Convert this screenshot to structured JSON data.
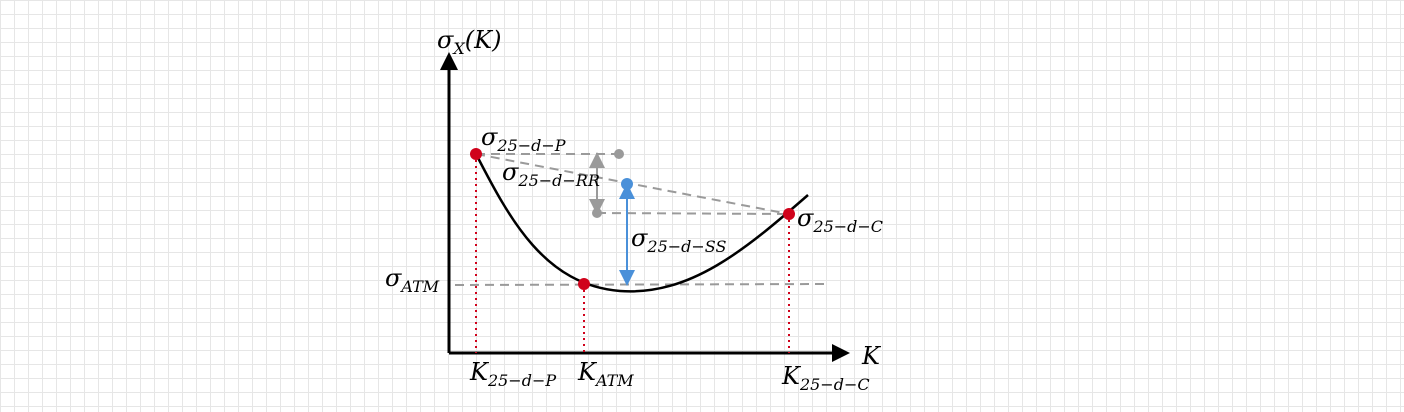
{
  "colors": {
    "axis": "#000000",
    "curve": "#000000",
    "key_point": "#d0021b",
    "guide_red": "#d0021b",
    "guide_gray": "#9a9a9a",
    "gray_point": "#9a9a9a",
    "rr_point": "#4a90d9",
    "ss_arrow": "#4a90d9"
  },
  "labels": {
    "y_axis": {
      "base": "σ",
      "sub": "X",
      "tail": "(K)"
    },
    "x_axis": "K",
    "sigma_put": {
      "base": "σ",
      "sub": "25−d−P"
    },
    "sigma_rr": {
      "base": "σ",
      "sub": "25−d−RR"
    },
    "sigma_call": {
      "base": "σ",
      "sub": "25−d−C"
    },
    "sigma_ss": {
      "base": "σ",
      "sub": "25−d−SS"
    },
    "sigma_atm": {
      "base": "σ",
      "sub": "ATM"
    },
    "k_put": {
      "base": "K",
      "sub": "25−d−P"
    },
    "k_atm": {
      "base": "K",
      "sub": "ATM"
    },
    "k_call": {
      "base": "K",
      "sub": "25−d−C"
    }
  },
  "icons": [
    "y-axis-arrowhead",
    "x-axis-arrowhead",
    "rr-double-arrow",
    "ss-double-arrow"
  ]
}
